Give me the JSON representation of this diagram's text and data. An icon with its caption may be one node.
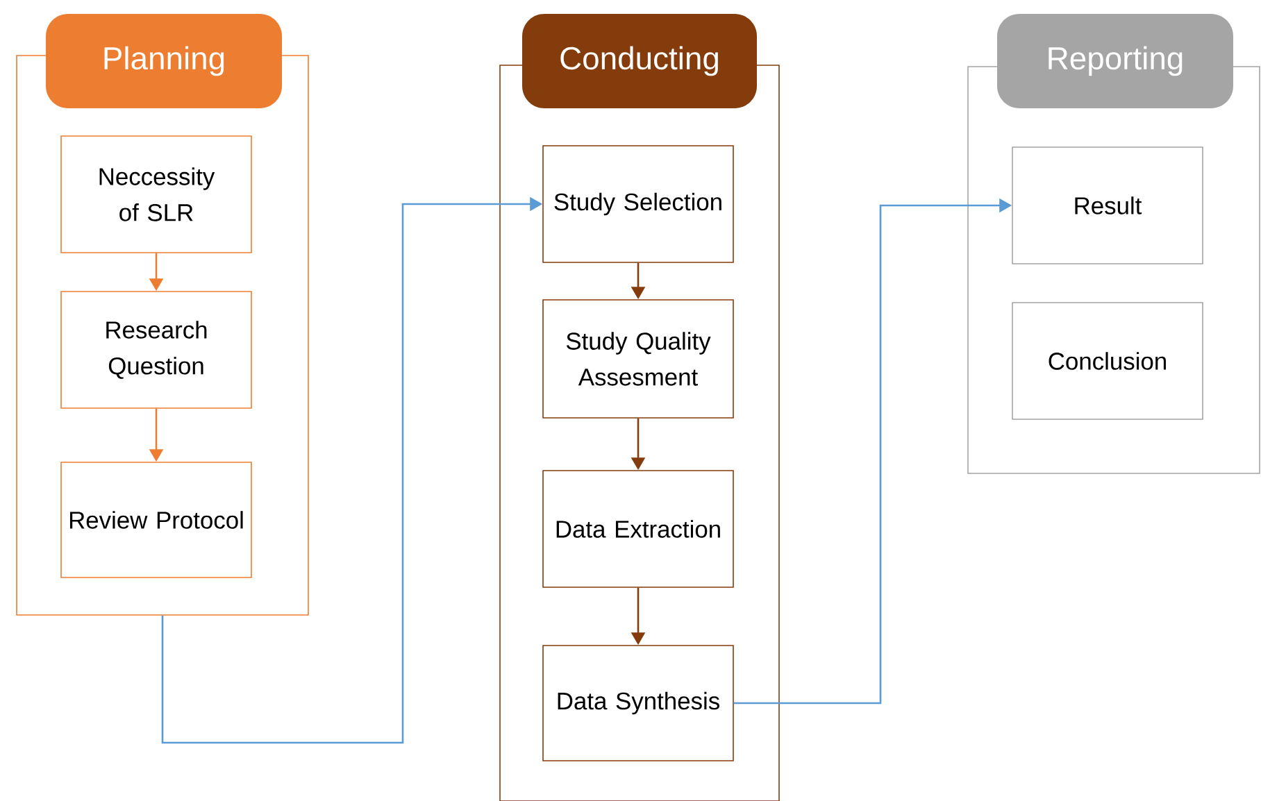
{
  "diagram": {
    "nodes": [
      {
        "text": [
          "Planning"
        ]
      },
      {
        "text": [
          "Neccessity of SLR"
        ],
        "in": 0
      },
      {
        "text": [
          "Research Question"
        ],
        "in": 0
      },
      {
        "text": [
          "Review Protocol"
        ],
        "in": 0
      },
      {
        "text": [
          "Conducting"
        ]
      },
      {
        "text": [
          "Study Selection"
        ],
        "in": 4
      },
      {
        "text": [
          "Study Quality Assesment"
        ],
        "in": 4
      },
      {
        "text": [
          "Data Extraction"
        ],
        "in": 4
      },
      {
        "text": [
          "Data Synthesis"
        ],
        "in": 4
      },
      {
        "text": [
          "Reporting"
        ]
      },
      {
        "text": [
          "Result"
        ],
        "in": 9
      },
      {
        "text": [
          "Conclusion"
        ],
        "in": 9
      }
    ],
    "edges": [
      {
        "from": 1,
        "to": 2,
        "arrow": "to",
        "color": "#ed7d31"
      },
      {
        "from": 2,
        "to": 3,
        "arrow": "to",
        "color": "#ed7d31"
      },
      {
        "from": 0,
        "to": 5,
        "arrow": "to",
        "color": "#5b9bd5"
      },
      {
        "from": 5,
        "to": 6,
        "arrow": "to",
        "color": "#843c0c"
      },
      {
        "from": 6,
        "to": 7,
        "arrow": "to",
        "color": "#843c0c"
      },
      {
        "from": 7,
        "to": 8,
        "arrow": "to",
        "color": "#843c0c"
      },
      {
        "from": 8,
        "to": 10,
        "arrow": "to",
        "color": "#5b9bd5"
      }
    ]
  }
}
